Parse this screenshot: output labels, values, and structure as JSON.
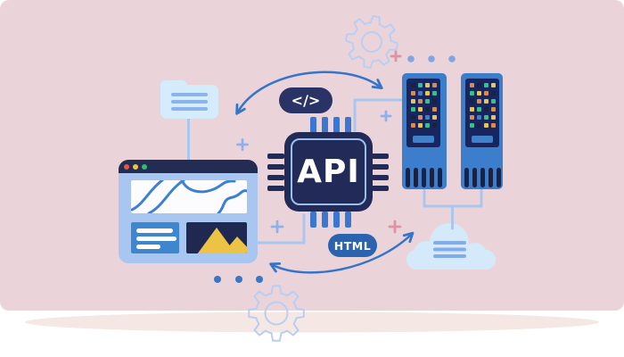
{
  "illustration": {
    "theme": "api-data-exchange",
    "badges": {
      "code_symbol": "</>",
      "chip_label": "API",
      "markup_label": "HTML"
    },
    "palette": {
      "panel_pink": "#EAD4DA",
      "shadow_cream": "#F5E7E3",
      "navy": "#222B58",
      "badge_navy": "#2A3365",
      "badge_blue": "#2C63AE",
      "server_blue": "#3D7ECC",
      "server_panel": "#17265E",
      "arrow_blue": "#3674C9",
      "connector_periwinkle": "#A9C6EF",
      "gear_outline": "#B9CEF2",
      "light_blue_fill": "#D5ECFD",
      "cloud_fill": "#D4EAFB",
      "gold": "#ECC345",
      "rose_plus": "#DD92A6",
      "blue_plus": "#8FB0EA",
      "dot_blue_strong": "#3B76C8",
      "dot_blue_soft": "#7FA6E3"
    },
    "browser": {
      "traffic_lights": [
        "#E0593C",
        "#EFC53F",
        "#2EBE70"
      ]
    },
    "servers": {
      "towers": [
        {
          "lights": [
            [
              "#1A2142",
              "#2FC77D",
              "#EFC53F",
              "#E8883B"
            ],
            [
              "#E8883B",
              "#3E7ECB",
              "#EFC53F",
              "#2FC77D"
            ],
            [
              "#EFC53F",
              "#E8883B",
              "#2FC77D",
              "#1A2142"
            ],
            [
              "#2FC77D",
              "#EFC53F",
              "#1A2142",
              "#E8883B"
            ],
            [
              "#1A2142",
              "#E8883B",
              "#3E7ECB",
              "#EFC53F"
            ],
            [
              "#E8883B",
              "#EFC53F",
              "#2FC77D",
              "#1A2142"
            ]
          ]
        },
        {
          "lights": [
            [
              "#E8883B",
              "#1A2142",
              "#2FC77D",
              "#EFC53F"
            ],
            [
              "#2FC77D",
              "#EFC53F",
              "#E8883B",
              "#1A2142"
            ],
            [
              "#1A2142",
              "#E8883B",
              "#EFC53F",
              "#2FC77D"
            ],
            [
              "#EFC53F",
              "#2FC77D",
              "#1A2142",
              "#E8883B"
            ],
            [
              "#E8883B",
              "#3E7ECB",
              "#2FC77D",
              "#EFC53F"
            ],
            [
              "#2FC77D",
              "#1A2142",
              "#EFC53F",
              "#E8883B"
            ]
          ]
        }
      ]
    },
    "icons": {
      "folder-icon": "rounded folder with document lines",
      "browser-icon": "window with map waves, text card, image card",
      "chip-icon": "CPU square with pins",
      "code-badge-icon": "pill with </> symbol",
      "html-badge-icon": "pill with HTML text",
      "server-icon": "rack tower with indicator lights and vents",
      "cloud-icon": "cloud with text lines",
      "gear-icon": "outlined cog wheel",
      "mountain-icon": "twin gold peaks image placeholder",
      "plus-icon": "small plus decoration",
      "arrow-icon": "curved double-headed arrow"
    }
  }
}
